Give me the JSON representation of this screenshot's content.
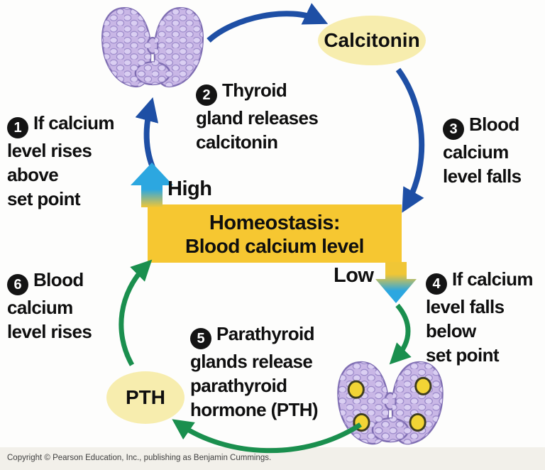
{
  "homeostasis_box": {
    "line1": "Homeostasis:",
    "line2": "Blood calcium level"
  },
  "state_labels": {
    "high": "High",
    "low": "Low"
  },
  "hormone_labels": {
    "calcitonin": "Calcitonin",
    "pth": "PTH"
  },
  "steps": [
    {
      "num": "1",
      "lines": [
        "If calcium",
        "level rises",
        "above",
        "set point"
      ]
    },
    {
      "num": "2",
      "lines": [
        "Thyroid",
        "gland releases",
        "calcitonin"
      ]
    },
    {
      "num": "3",
      "lines": [
        "Blood",
        "calcium",
        "level falls"
      ]
    },
    {
      "num": "4",
      "lines": [
        "If calcium",
        "level falls",
        "below",
        "set point"
      ]
    },
    {
      "num": "5",
      "lines": [
        "Parathyroid",
        "glands release",
        "parathyroid",
        "hormone (PTH)"
      ]
    },
    {
      "num": "6",
      "lines": [
        "Blood",
        "calcium",
        "level rises"
      ]
    }
  ],
  "glands": {
    "top": "thyroid gland (front view)",
    "bottom": "thyroid gland (back view) with four parathyroid glands"
  },
  "arrows": {
    "rise_to_thyroid": "blue",
    "thyroid_to_calcitonin": "blue",
    "calcitonin_to_homeostasis": "blue",
    "high_indicator": "cyan-to-yellow gradient, points up",
    "low_indicator": "yellow-to-cyan gradient, points down",
    "fall_to_parathyroid": "green",
    "parathyroid_to_pth": "green",
    "pth_to_homeostasis": "green"
  },
  "colors": {
    "arrow_blue": "#1e4fa5",
    "arrow_green": "#1a8f4e",
    "arrow_cyan": "#2ca7e0",
    "box_yellow": "#f6c731",
    "ellipse_yellow": "#f7edae",
    "gland_purple": "#c9b7e6",
    "parathyroid_dot_yellow": "#f2d435"
  },
  "copyright": "Copyright © Pearson Education, Inc., publishing as Benjamin Cummings."
}
